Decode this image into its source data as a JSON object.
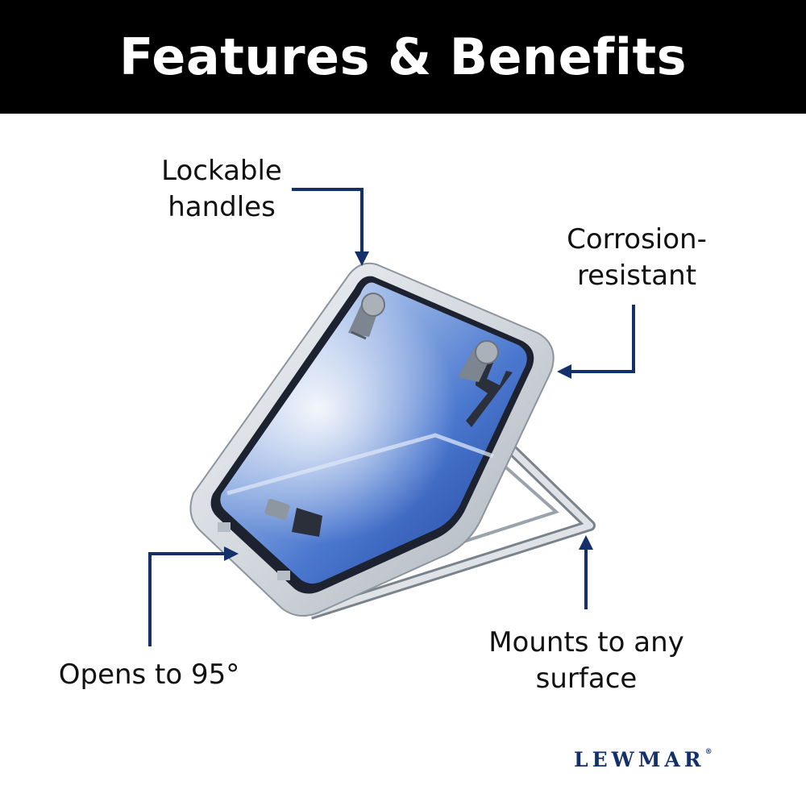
{
  "header": {
    "title": "Features & Benefits"
  },
  "callouts": {
    "lockable": {
      "line1": "Lockable",
      "line2": "handles"
    },
    "corrosion": {
      "line1": "Corrosion-",
      "line2": "resistant"
    },
    "opens": {
      "line1": "Opens to 95°"
    },
    "mounts": {
      "line1": "Mounts to any",
      "line2": "surface"
    }
  },
  "brand": {
    "name": "LEWMAR",
    "mark": "®"
  },
  "colors": {
    "header_bg": "#000000",
    "arrow": "#14306b",
    "brand": "#14306b",
    "glass": "#3f6fc9",
    "frame": "#cfd4da"
  }
}
